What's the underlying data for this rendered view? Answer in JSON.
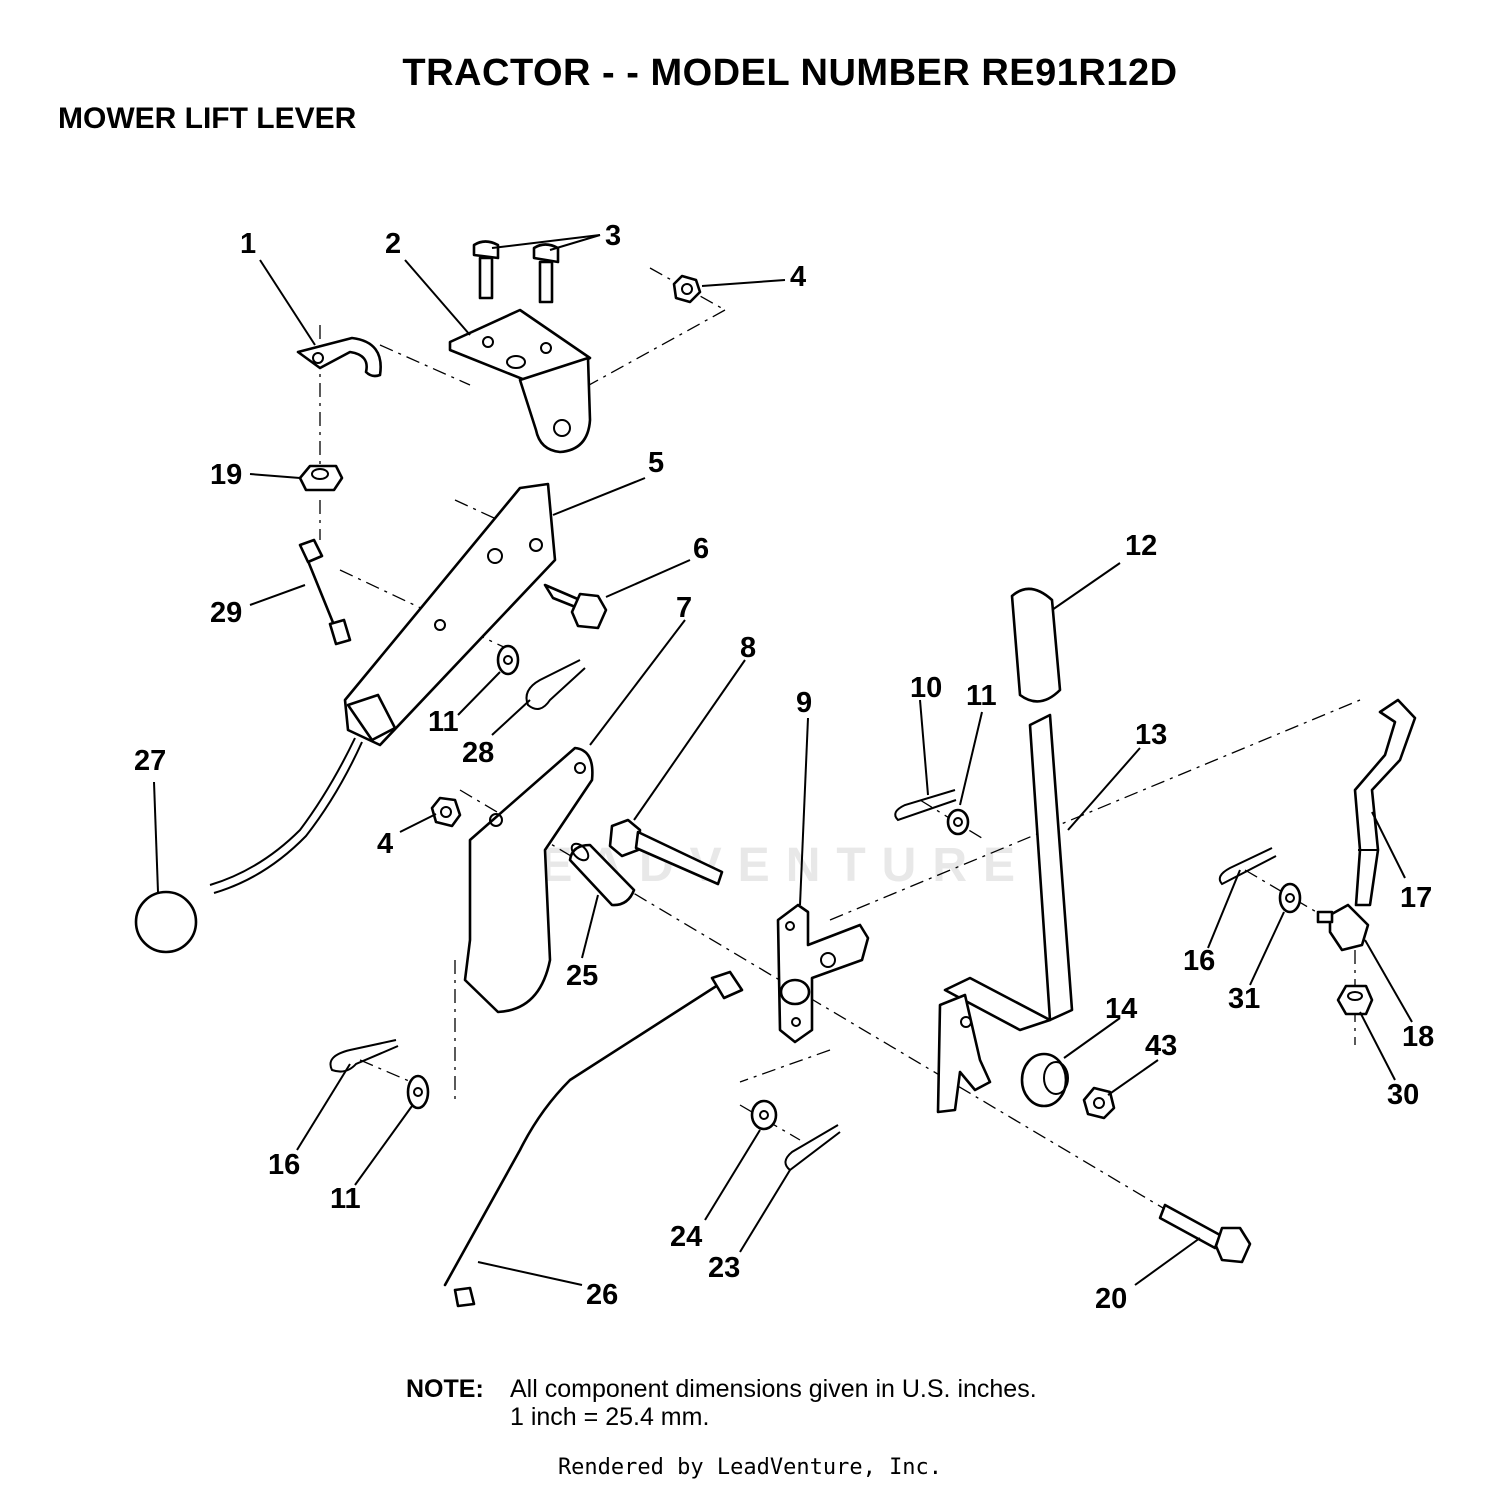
{
  "header": {
    "title": "TRACTOR - - MODEL NUMBER RE91R12D",
    "section": "MOWER LIFT LEVER"
  },
  "watermark": "LEADVENTURE",
  "callouts": {
    "c1": "1",
    "c2": "2",
    "c3": "3",
    "c4a": "4",
    "c4b": "4",
    "c5": "5",
    "c6": "6",
    "c7": "7",
    "c8": "8",
    "c9": "9",
    "c10": "10",
    "c11a": "11",
    "c11b": "11",
    "c11c": "11",
    "c12": "12",
    "c13": "13",
    "c14": "14",
    "c16a": "16",
    "c16b": "16",
    "c17": "17",
    "c18": "18",
    "c19": "19",
    "c20": "20",
    "c23": "23",
    "c24": "24",
    "c25": "25",
    "c26": "26",
    "c27": "27",
    "c28": "28",
    "c29": "29",
    "c30": "30",
    "c31": "31",
    "c43": "43"
  },
  "note": {
    "label": "NOTE:",
    "line1": "All component dimensions given in U.S. inches.",
    "line2": "1 inch = 25.4 mm."
  },
  "footer": "Rendered by LeadVenture, Inc."
}
